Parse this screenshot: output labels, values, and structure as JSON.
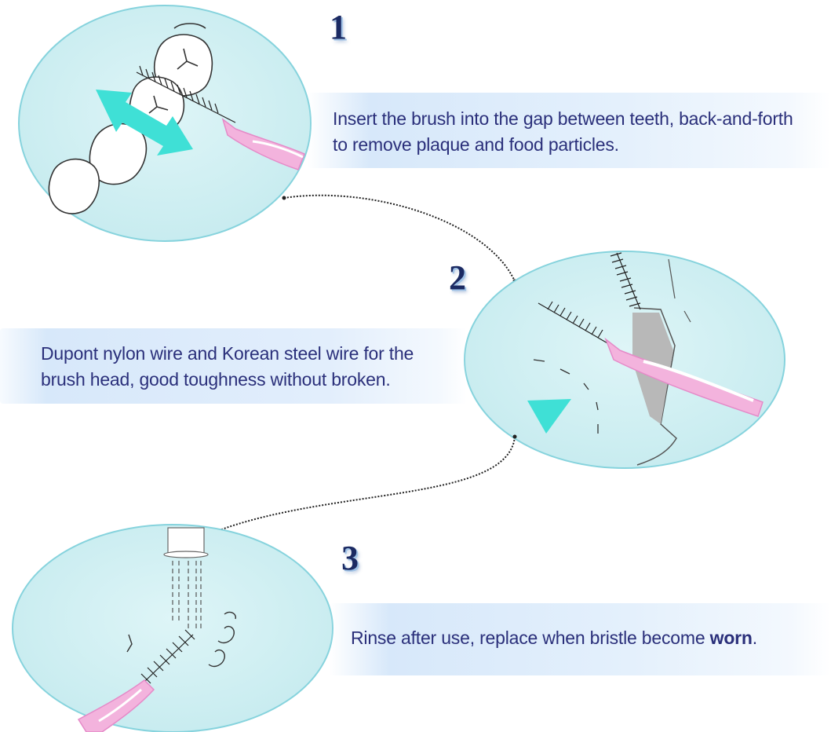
{
  "steps": [
    {
      "number": "1",
      "caption_lines": [
        "Insert the brush into the gap between teeth, back-and-forth",
        "to remove plaque and food particles."
      ]
    },
    {
      "number": "2",
      "caption_lines": [
        "Dupont nylon wire and Korean steel wire for the",
        "brush head, good toughness without broken."
      ]
    },
    {
      "number": "3",
      "caption_before": "Rinse after use, replace when bristle become ",
      "caption_emphasis": "worn",
      "caption_after": "."
    }
  ],
  "colors": {
    "caption_text": "#2a2f7a",
    "circle_fill": "#cfeef2",
    "circle_stroke": "#7fd1dc",
    "arrow_teal": "#3fe0d6",
    "brush_pink": "#f2a8d8",
    "band": "#d7e8fa"
  },
  "icons": [
    "teeth-icon",
    "double-arrow-icon",
    "interdental-brush-icon",
    "play-triangle-icon",
    "faucet-icon",
    "water-drops-icon"
  ]
}
